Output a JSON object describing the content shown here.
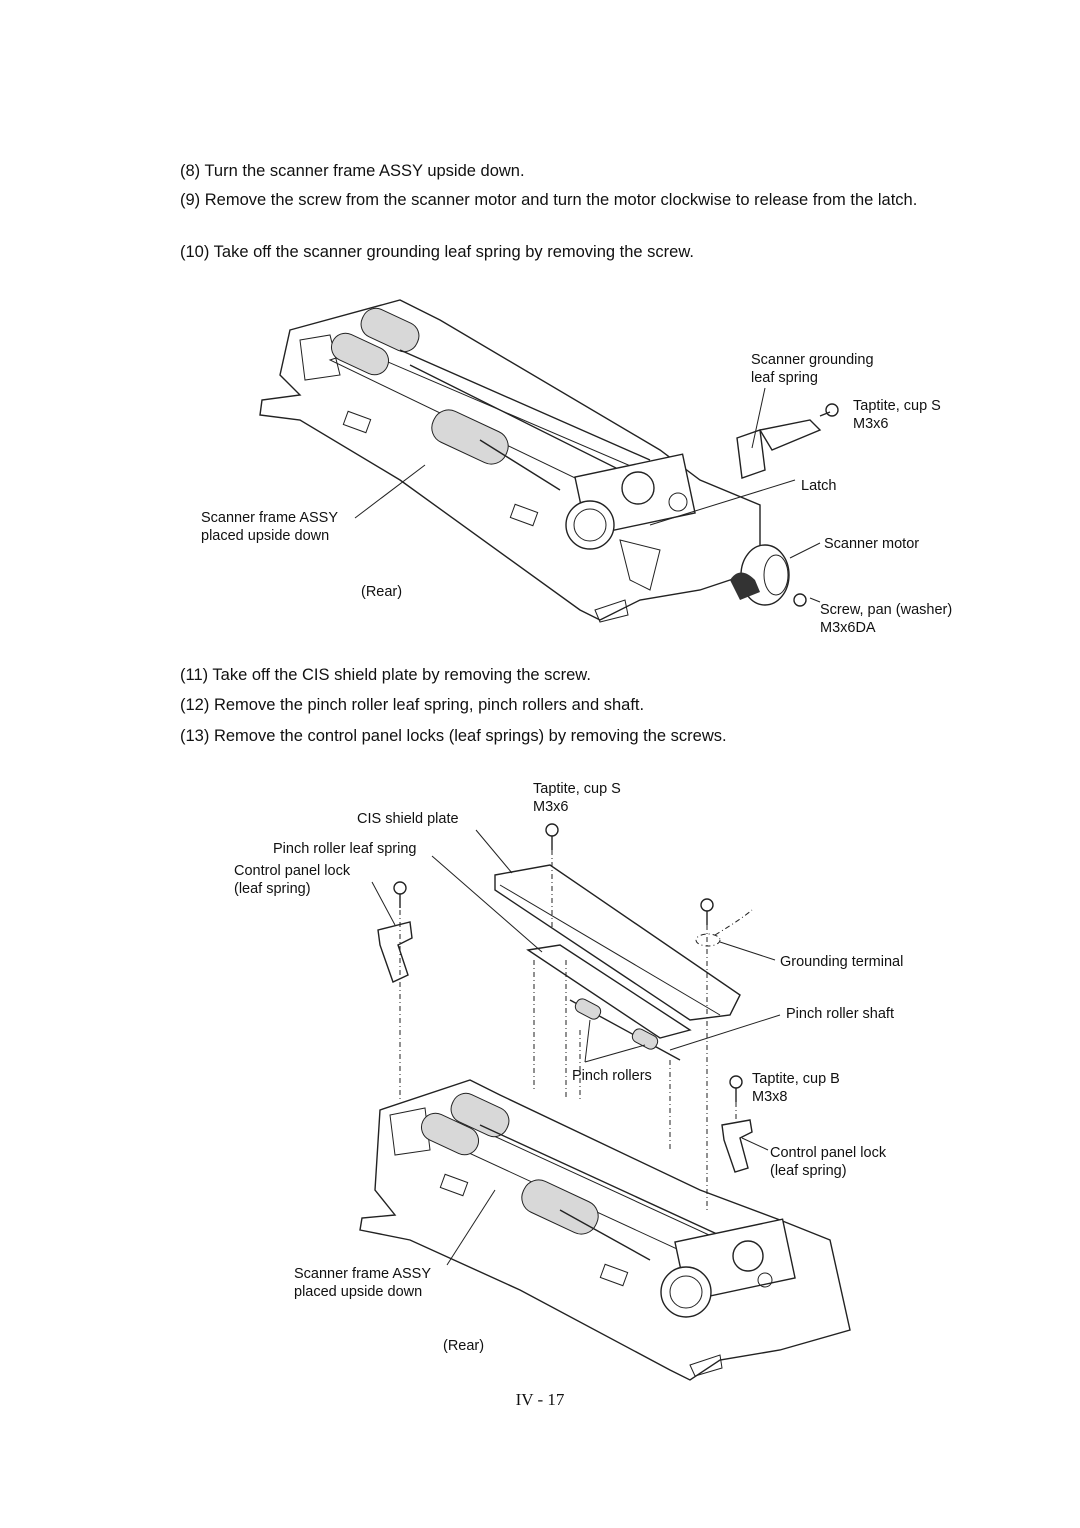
{
  "steps_top": [
    {
      "num": "(8)",
      "text": "Turn the scanner frame ASSY upside down."
    },
    {
      "num": "(9)",
      "text": "Remove the screw from the scanner motor and turn the motor clockwise to release from the latch."
    },
    {
      "num": "(10)",
      "text": "Take off the scanner grounding leaf spring by removing the screw."
    }
  ],
  "figure1": {
    "labels": {
      "grounding_spring_1": "Scanner grounding",
      "grounding_spring_2": "leaf spring",
      "taptite_1": "Taptite, cup S",
      "taptite_2": "M3x6",
      "latch": "Latch",
      "frame_1": "Scanner frame ASSY",
      "frame_2": "placed upside down",
      "motor": "Scanner motor",
      "rear": "(Rear)",
      "screw_1": "Screw, pan (washer)",
      "screw_2": "M3x6DA"
    }
  },
  "steps_mid": [
    {
      "num": "(11)",
      "text": "Take off the CIS shield plate by removing the screw."
    },
    {
      "num": "(12)",
      "text": "Remove the pinch roller leaf spring, pinch rollers and shaft."
    },
    {
      "num": "(13)",
      "text": "Remove the control panel locks (leaf springs) by removing the screws."
    }
  ],
  "figure2": {
    "labels": {
      "taptite_s_1": "Taptite, cup S",
      "taptite_s_2": "M3x6",
      "cis": "CIS shield plate",
      "pinch_spring": "Pinch roller leaf spring",
      "cpl_left_1": "Control panel lock",
      "cpl_left_2": "(leaf spring)",
      "grounding_terminal": "Grounding terminal",
      "pinch_shaft": "Pinch roller shaft",
      "pinch_rollers": "Pinch rollers",
      "taptite_b_1": "Taptite, cup B",
      "taptite_b_2": "M3x8",
      "cpl_right_1": "Control panel lock",
      "cpl_right_2": "(leaf spring)",
      "frame_1": "Scanner frame ASSY",
      "frame_2": "placed upside down",
      "rear": "(Rear)"
    }
  },
  "page_number": "IV - 17"
}
